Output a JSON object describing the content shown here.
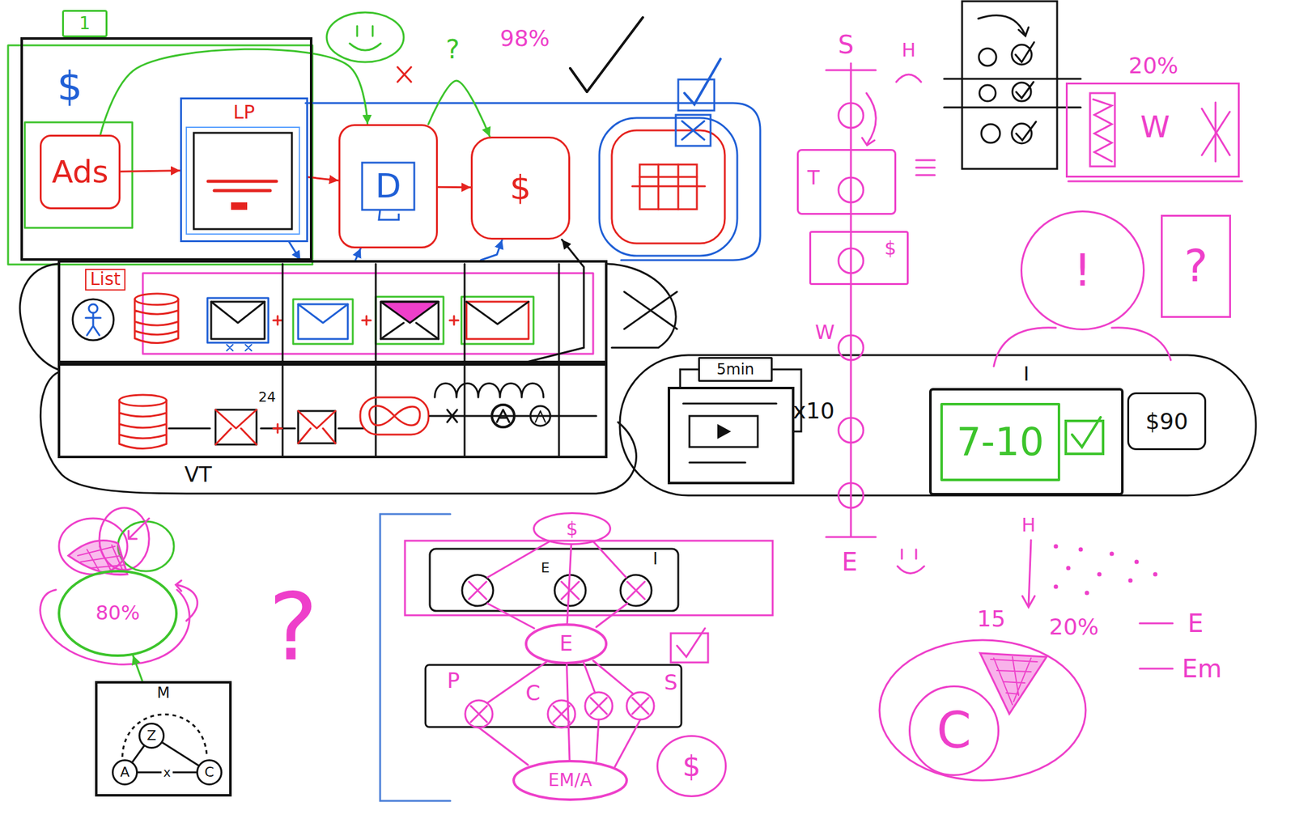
{
  "diagram": {
    "nodes": [
      {
        "text": [
          "1"
        ]
      },
      {
        "text": [
          "$"
        ]
      },
      {
        "text": [
          "Ads"
        ],
        "in": 1
      },
      {
        "text": [
          "LP"
        ],
        "in": 1
      },
      {
        "text": [
          "D"
        ]
      },
      {
        "text": [
          "$"
        ]
      },
      {
        "text": [
          "List"
        ]
      },
      {
        "text": [
          "VT"
        ]
      },
      {
        "text": [
          "5min"
        ]
      },
      {
        "text": [
          "I"
        ]
      },
      {
        "text": [
          "7-10"
        ],
        "in": 9
      },
      {
        "text": [
          "$90"
        ]
      },
      {
        "text": [
          "T"
        ]
      },
      {
        "text": [
          "$"
        ]
      },
      {
        "text": [
          "20%",
          "W"
        ]
      },
      {
        "text": [
          "!"
        ]
      },
      {
        "text": [
          "?"
        ]
      },
      {
        "text": [
          "80%"
        ]
      },
      {
        "text": [
          "M"
        ]
      },
      {
        "text": [
          "Z"
        ],
        "in": 18
      },
      {
        "text": [
          "A"
        ],
        "in": 18
      },
      {
        "text": [
          "C"
        ],
        "in": 18
      },
      {
        "text": [
          "$"
        ]
      },
      {
        "text": [
          "E"
        ]
      },
      {
        "text": [
          "EM/A"
        ]
      },
      {
        "text": [
          "$"
        ]
      },
      {
        "text": [
          "C"
        ]
      }
    ],
    "edges": [
      {
        "from": 2,
        "to": 3,
        "arrow": "to"
      },
      {
        "from": 2,
        "to": 4,
        "arrow": "to"
      },
      {
        "from": 3,
        "to": 4,
        "arrow": "to"
      },
      {
        "from": 4,
        "to": 5,
        "arrow": "to"
      },
      {
        "from": 3,
        "to": 6,
        "arrow": "to"
      },
      {
        "from": 6,
        "to": 4,
        "arrow": "to"
      },
      {
        "from": 6,
        "to": 5,
        "arrow": "to"
      },
      {
        "from": 7,
        "to": 5,
        "arrow": "to"
      },
      {
        "from": 18,
        "to": 17,
        "arrow": "to"
      },
      {
        "from": 19,
        "to": 20,
        "arrow": "none"
      },
      {
        "from": 19,
        "to": 21,
        "arrow": "none"
      },
      {
        "from": 20,
        "to": 21,
        "arrow": "none",
        "label": "x"
      },
      {
        "from": 22,
        "to": 23,
        "arrow": "none"
      },
      {
        "from": 23,
        "to": 24,
        "arrow": "none"
      },
      {
        "from": 4,
        "to": 5,
        "arrow": "to"
      }
    ],
    "labels": [
      "?",
      "98%",
      "24",
      "x10",
      "S",
      "H",
      "W",
      "E",
      "?",
      "E",
      "I",
      "P",
      "C",
      "S",
      "H",
      "15",
      "20%",
      "E",
      "Em"
    ]
  }
}
